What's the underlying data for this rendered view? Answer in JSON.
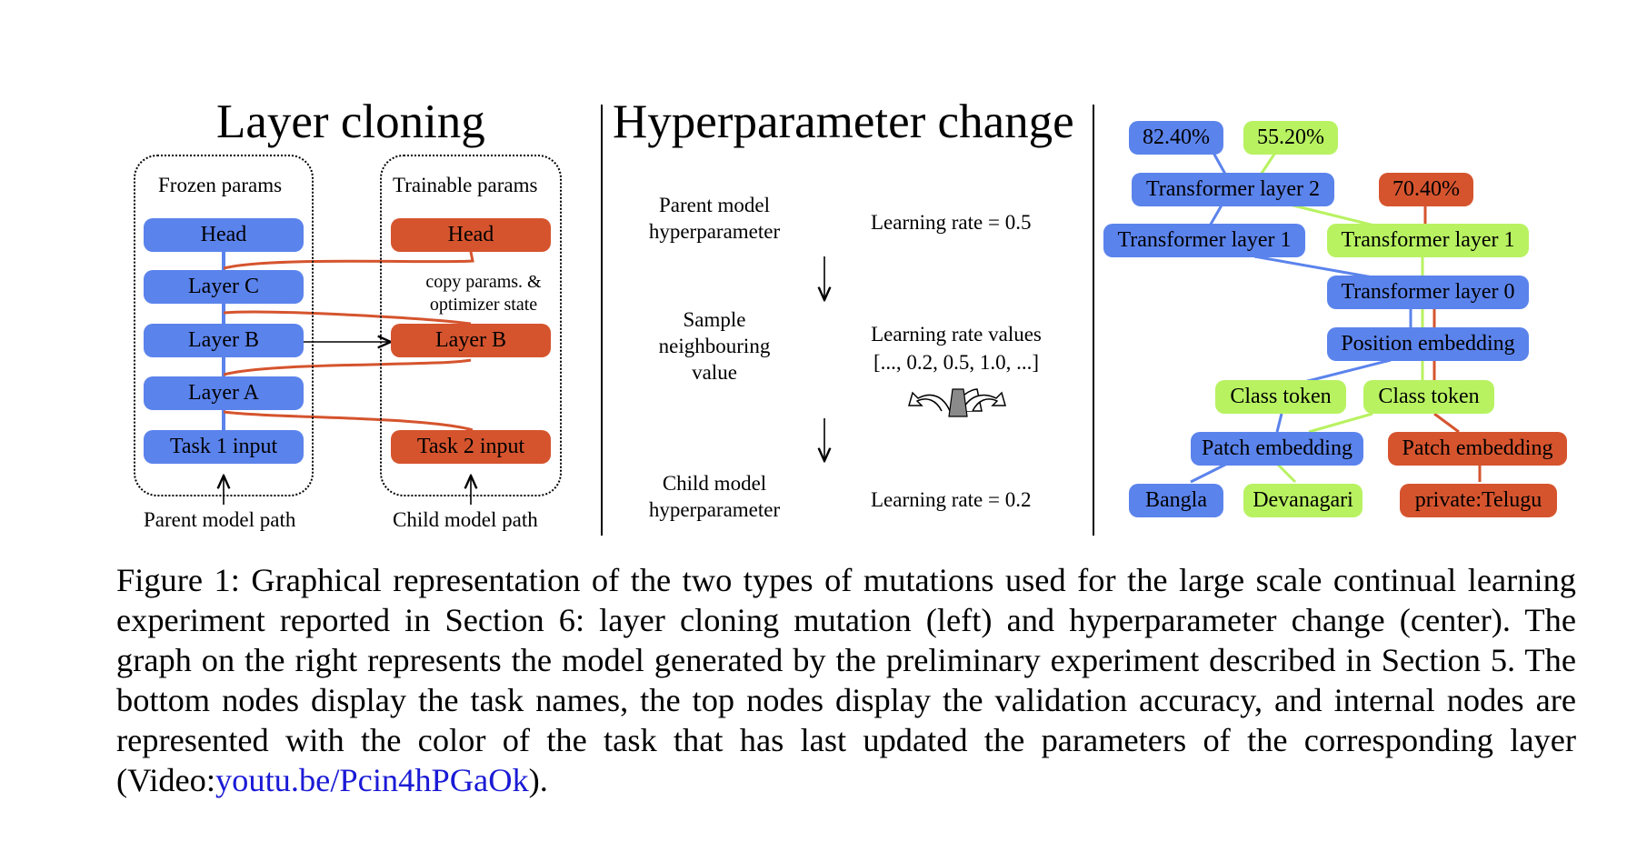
{
  "left": {
    "title": "Layer cloning",
    "frozen_label": "Frozen params",
    "trainable_label": "Trainable params",
    "parent_nodes": [
      "Head",
      "Layer C",
      "Layer B",
      "Layer A",
      "Task 1 input"
    ],
    "child_nodes": [
      "Head",
      "Layer B",
      "Task 2 input"
    ],
    "copy_note_line1": "copy params. &",
    "copy_note_line2": "optimizer state",
    "parent_path": "Parent model path",
    "child_path": "Child model path"
  },
  "center": {
    "title": "Hyperparameter change",
    "parent_hp_line1": "Parent model",
    "parent_hp_line2": "hyperparameter",
    "parent_lr": "Learning rate = 0.5",
    "sample_line1": "Sample",
    "sample_line2": "neighbouring",
    "sample_line3": "value",
    "lr_values_line1": "Learning rate values",
    "lr_values_line2": "[..., 0.2, 0.5, 1.0, ...]",
    "child_hp_line1": "Child model",
    "child_hp_line2": "hyperparameter",
    "child_lr": "Learning rate = 0.2"
  },
  "right": {
    "acc_1": "82.40%",
    "acc_2": "55.20%",
    "acc_3": "70.40%",
    "tl2": "Transformer layer 2",
    "tl1_blue": "Transformer layer 1",
    "tl1_green": "Transformer layer 1",
    "tl0": "Transformer layer 0",
    "pos_emb": "Position embedding",
    "cls_1": "Class token",
    "cls_2": "Class token",
    "patch_blue": "Patch embedding",
    "patch_orange": "Patch embedding",
    "task_1": "Bangla",
    "task_2": "Devanagari",
    "task_3": "private:Telugu"
  },
  "caption": {
    "text": "Figure 1: Graphical representation of the two types of mutations used for the large scale continual learning experiment reported in Section 6: layer cloning mutation (left) and hyperparameter change (center).  The graph on the right represents the model generated by the preliminary experiment described in Section 5. The bottom nodes display the task names, the top nodes display the validation accuracy, and internal nodes are represented with the color of the task that has last updated the parameters of the corresponding layer (Video:",
    "link": "youtu.be/Pcin4hPGaOk",
    "tail": ")."
  },
  "colors": {
    "blue": "#5b83ec",
    "orange": "#d5542e",
    "green": "#b8f261",
    "link": "#1a1ad6"
  }
}
